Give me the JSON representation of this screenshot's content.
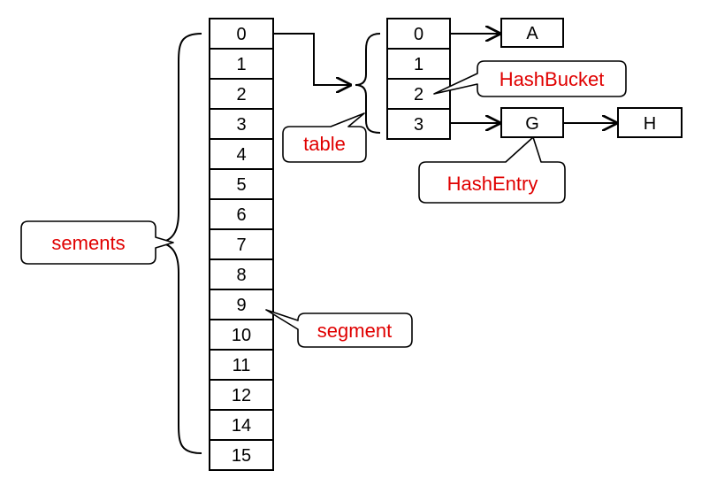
{
  "segments_array": {
    "labels": [
      "0",
      "1",
      "2",
      "3",
      "4",
      "5",
      "6",
      "7",
      "8",
      "9",
      "10",
      "11",
      "12",
      "14",
      "15"
    ]
  },
  "table_array": {
    "labels": [
      "0",
      "1",
      "2",
      "3"
    ]
  },
  "entries": {
    "a": "A",
    "g": "G",
    "h": "H"
  },
  "callouts": {
    "sements": "sements",
    "segment": "segment",
    "table": "table",
    "hash_bucket": "HashBucket",
    "hash_entry": "HashEntry"
  },
  "colors": {
    "label_text": "#e00000",
    "stroke": "#000000"
  }
}
